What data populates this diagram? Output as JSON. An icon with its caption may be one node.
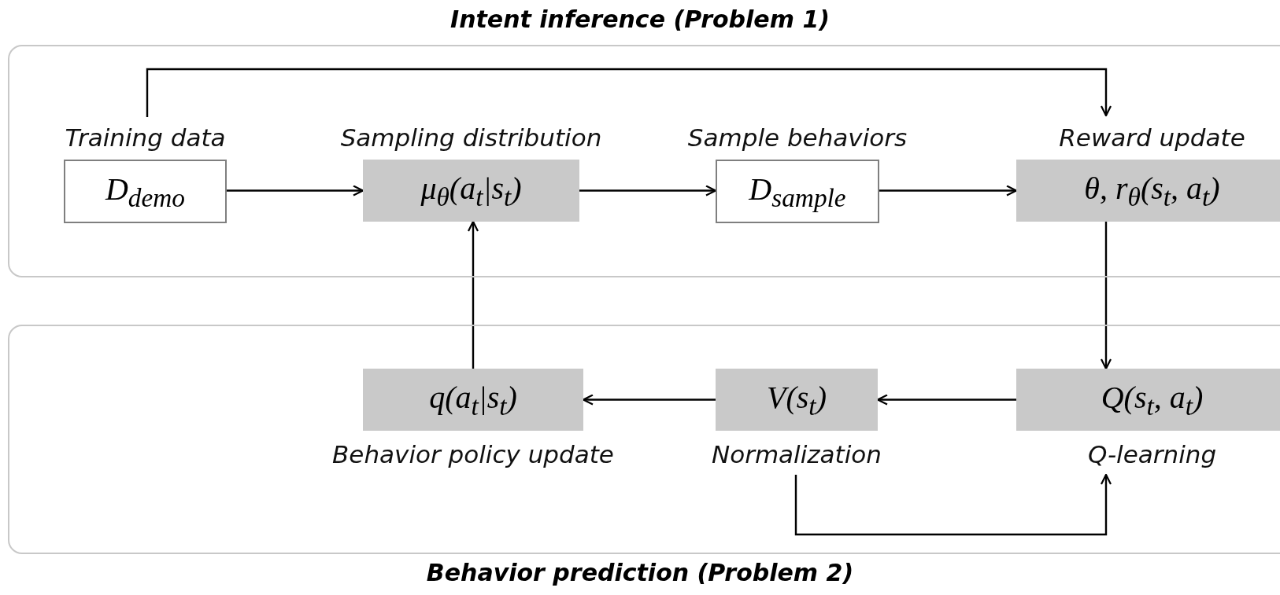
{
  "diagram": {
    "nodes": [
      {
        "text": [
          "Intent inference (Problem 1)"
        ]
      },
      {
        "text": [
          "Training data",
          "D$_{demo}$"
        ],
        "in": 0
      },
      {
        "text": [
          "Sampling distribution",
          "μ$_{θ}$(a$_{t}$|s$_{t}$)"
        ],
        "in": 0
      },
      {
        "text": [
          "Sample behaviors",
          "D$_{sample}$"
        ],
        "in": 0
      },
      {
        "text": [
          "Reward update",
          "θ, r$_{θ}$(s$_{t}$, a$_{t}$)"
        ],
        "in": 0
      },
      {
        "text": [
          "Behavior prediction (Problem 2)"
        ]
      },
      {
        "text": [
          "q(a$_{t}$|s$_{t}$)",
          "Behavior policy update"
        ],
        "in": 5
      },
      {
        "text": [
          "V(s$_{t}$)",
          "Normalization"
        ],
        "in": 5
      },
      {
        "text": [
          "Q(s$_{t}$, a$_{t}$)",
          "Q-learning"
        ],
        "in": 5
      }
    ],
    "edges": [
      {
        "from": 1,
        "to": 4,
        "arrow": "to"
      },
      {
        "from": 1,
        "to": 2,
        "arrow": "to"
      },
      {
        "from": 2,
        "to": 3,
        "arrow": "to"
      },
      {
        "from": 3,
        "to": 4,
        "arrow": "to"
      },
      {
        "from": 4,
        "to": 8,
        "arrow": "to"
      },
      {
        "from": 8,
        "to": 7,
        "arrow": "to"
      },
      {
        "from": 7,
        "to": 6,
        "arrow": "to"
      },
      {
        "from": 6,
        "to": 2,
        "arrow": "to"
      },
      {
        "from": 7,
        "to": 8,
        "arrow": "to"
      }
    ]
  }
}
